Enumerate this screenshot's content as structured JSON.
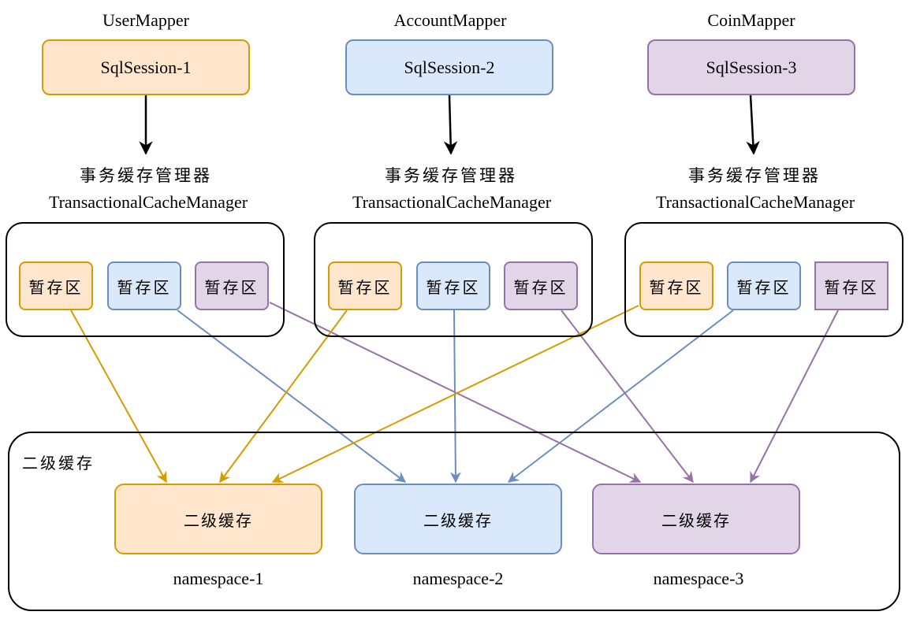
{
  "sessions": [
    {
      "mapper": "UserMapper",
      "label": "SqlSession-1",
      "color": "orange"
    },
    {
      "mapper": "AccountMapper",
      "label": "SqlSession-2",
      "color": "blue"
    },
    {
      "mapper": "CoinMapper",
      "label": "SqlSession-3",
      "color": "purple"
    }
  ],
  "managers": [
    {
      "title_cn": "事务缓存管理器",
      "title_en": "TransactionalCacheManager",
      "stashes": [
        {
          "label": "暂存区",
          "color": "orange"
        },
        {
          "label": "暂存区",
          "color": "blue"
        },
        {
          "label": "暂存区",
          "color": "purple"
        }
      ]
    },
    {
      "title_cn": "事务缓存管理器",
      "title_en": "TransactionalCacheManager",
      "stashes": [
        {
          "label": "暂存区",
          "color": "orange"
        },
        {
          "label": "暂存区",
          "color": "blue"
        },
        {
          "label": "暂存区",
          "color": "purple"
        }
      ]
    },
    {
      "title_cn": "事务缓存管理器",
      "title_en": "TransactionalCacheManager",
      "stashes": [
        {
          "label": "暂存区",
          "color": "orange"
        },
        {
          "label": "暂存区",
          "color": "blue"
        },
        {
          "label": "暂存区",
          "color": "purple"
        }
      ]
    }
  ],
  "second_level": {
    "title": "二级缓存",
    "caches": [
      {
        "label": "二级缓存",
        "namespace": "namespace-1",
        "color": "orange"
      },
      {
        "label": "二级缓存",
        "namespace": "namespace-2",
        "color": "blue"
      },
      {
        "label": "二级缓存",
        "namespace": "namespace-3",
        "color": "purple"
      }
    ]
  },
  "colors": {
    "orange_fill": "#ffe6cc",
    "orange_stroke": "#d79b00",
    "blue_fill": "#dae8fc",
    "blue_stroke": "#6c8ebf",
    "purple_fill": "#e1d5e7",
    "purple_stroke": "#9673a6",
    "arrow_black": "#000000"
  },
  "edges": [
    {
      "from": "SqlSession-1",
      "to": "manager-1"
    },
    {
      "from": "SqlSession-2",
      "to": "manager-2"
    },
    {
      "from": "SqlSession-3",
      "to": "manager-3"
    },
    {
      "from": "manager-1.stash-orange",
      "to": "namespace-1"
    },
    {
      "from": "manager-1.stash-blue",
      "to": "namespace-2"
    },
    {
      "from": "manager-1.stash-purple",
      "to": "namespace-3"
    },
    {
      "from": "manager-2.stash-orange",
      "to": "namespace-1"
    },
    {
      "from": "manager-2.stash-blue",
      "to": "namespace-2"
    },
    {
      "from": "manager-2.stash-purple",
      "to": "namespace-3"
    },
    {
      "from": "manager-3.stash-orange",
      "to": "namespace-1"
    },
    {
      "from": "manager-3.stash-blue",
      "to": "namespace-2"
    },
    {
      "from": "manager-3.stash-purple",
      "to": "namespace-3"
    }
  ]
}
